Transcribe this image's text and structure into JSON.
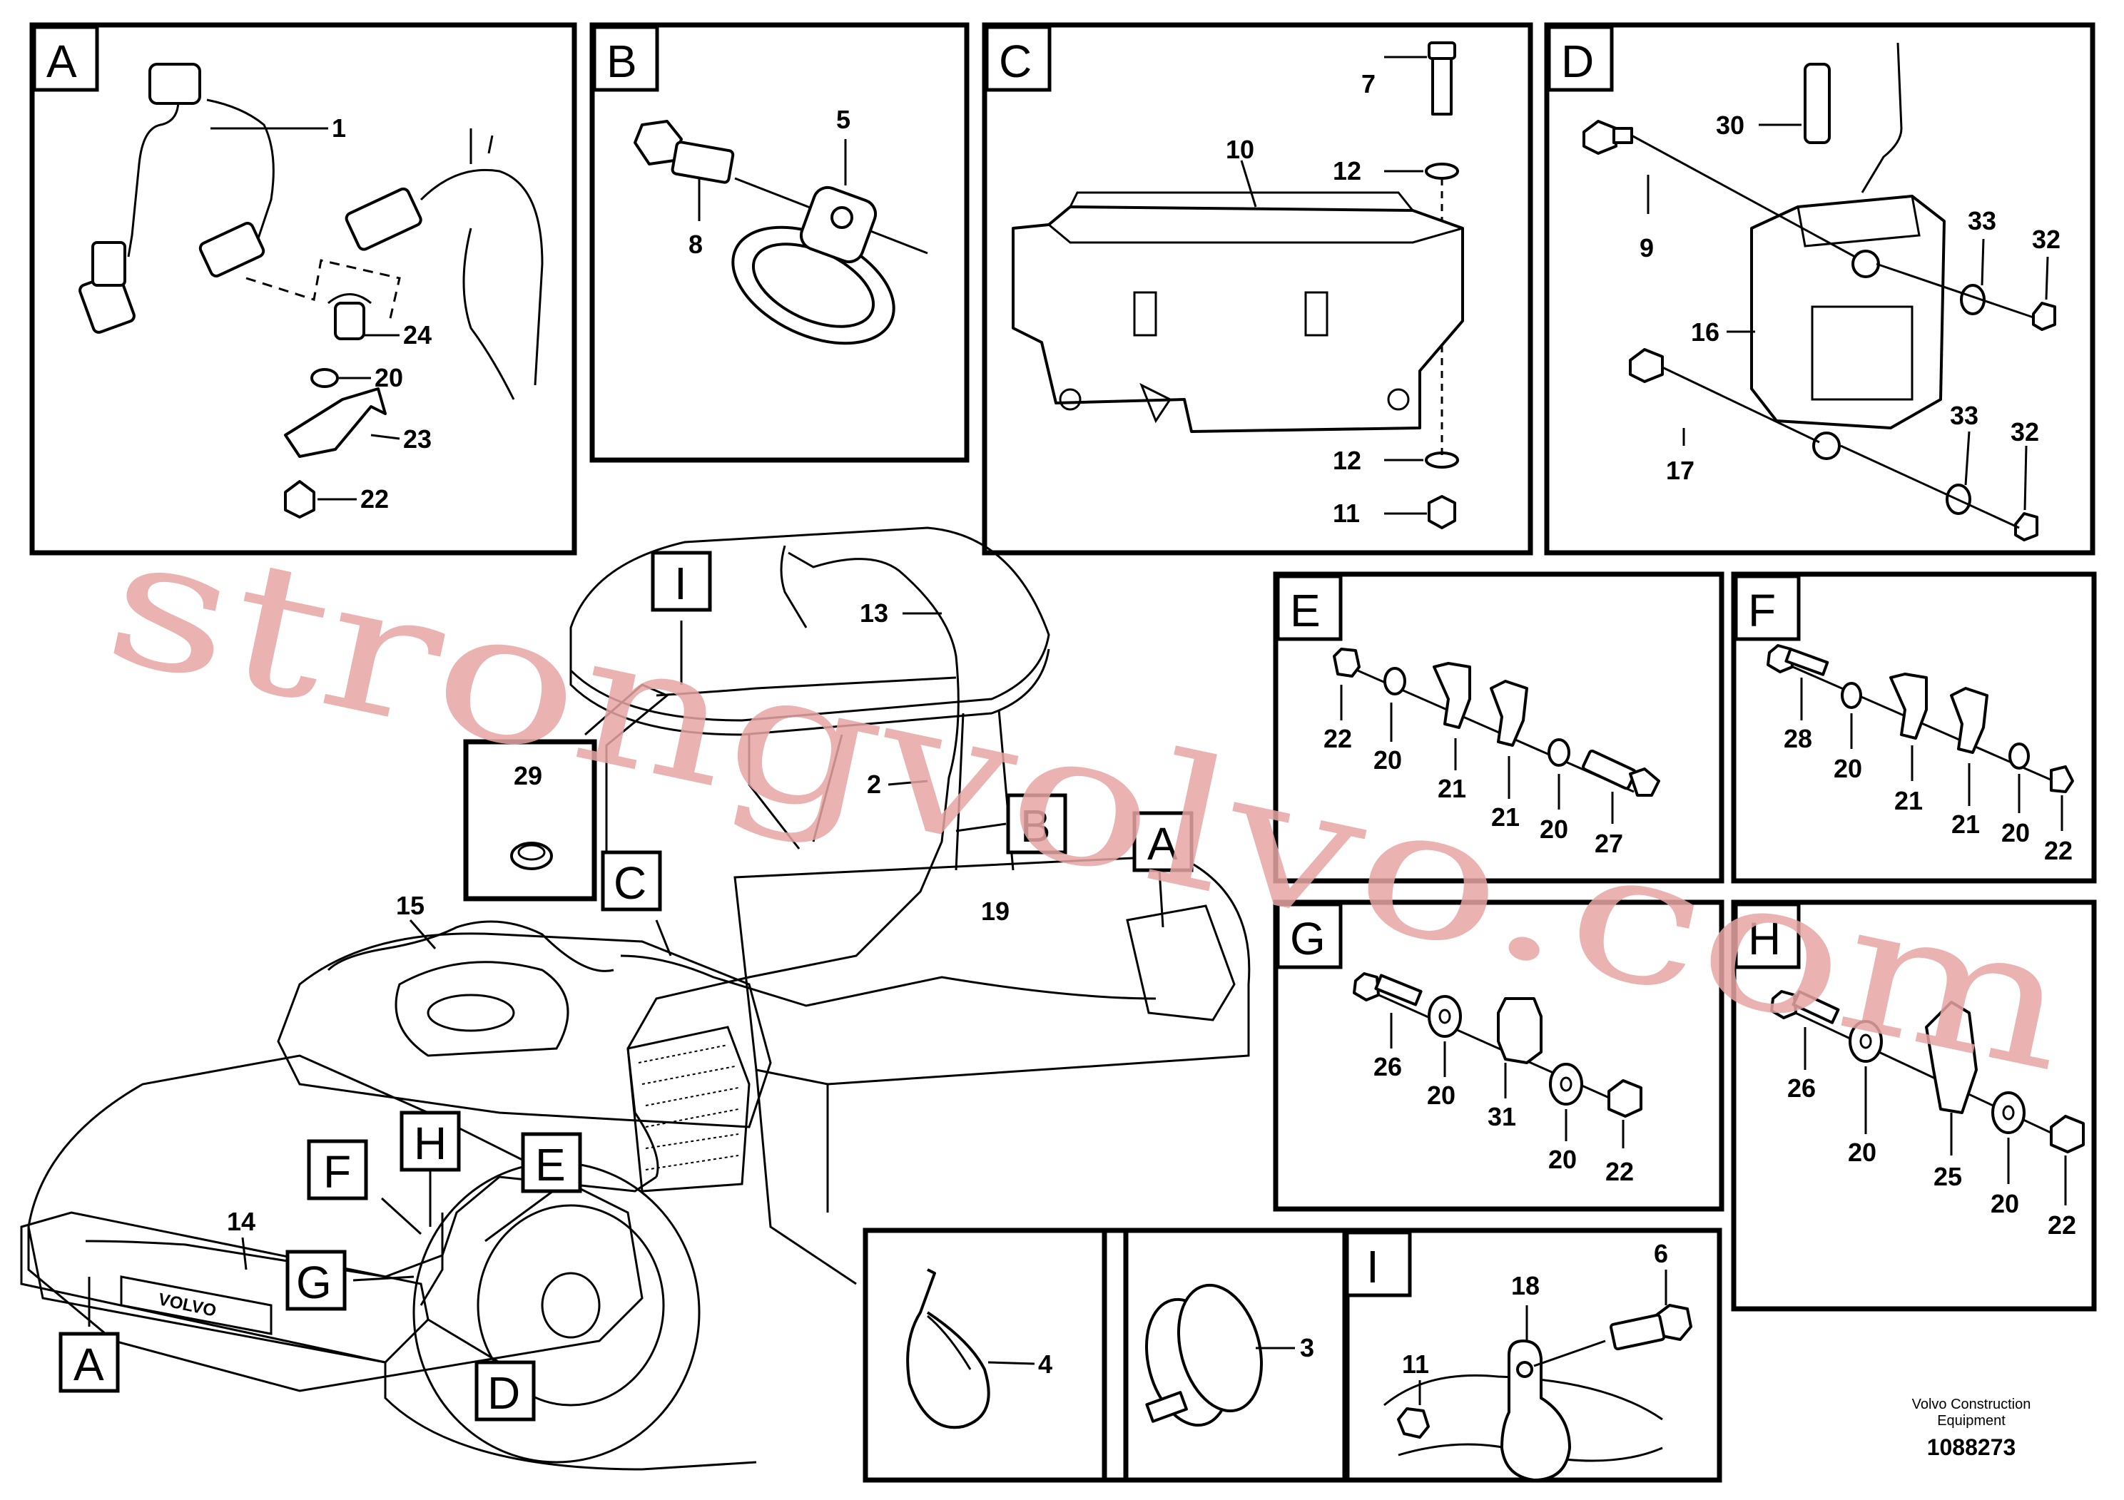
{
  "panels": {
    "A": {
      "tag": "A",
      "labels": [
        "1",
        "24",
        "20",
        "23",
        "22"
      ]
    },
    "B": {
      "tag": "B",
      "labels": [
        "5",
        "8"
      ]
    },
    "C": {
      "tag": "C",
      "labels": [
        "7",
        "10",
        "12",
        "12",
        "11"
      ]
    },
    "D": {
      "tag": "D",
      "labels": [
        "30",
        "9",
        "33",
        "32",
        "16",
        "17",
        "33",
        "32"
      ]
    },
    "E": {
      "tag": "E",
      "labels": [
        "22",
        "20",
        "21",
        "21",
        "20",
        "27"
      ]
    },
    "F": {
      "tag": "F",
      "labels": [
        "28",
        "20",
        "21",
        "21",
        "20",
        "22"
      ]
    },
    "G": {
      "tag": "G",
      "labels": [
        "26",
        "20",
        "31",
        "20",
        "22"
      ]
    },
    "H": {
      "tag": "H",
      "labels": [
        "26",
        "20",
        "25",
        "20",
        "22"
      ]
    },
    "I": {
      "tag": "I",
      "labels": [
        "18",
        "6",
        "11"
      ]
    },
    "tie4": {
      "label": "4"
    },
    "clamp3": {
      "label": "3"
    }
  },
  "main": {
    "labels": [
      "13",
      "2",
      "29",
      "15",
      "14",
      "19"
    ],
    "tags": [
      "I",
      "B",
      "A",
      "C",
      "H",
      "E",
      "F",
      "G",
      "A",
      "D"
    ]
  },
  "watermark": "strongvolvo.com",
  "footer": {
    "company_line1": "Volvo Construction",
    "company_line2": "Equipment",
    "drawing_number": "1088273"
  }
}
